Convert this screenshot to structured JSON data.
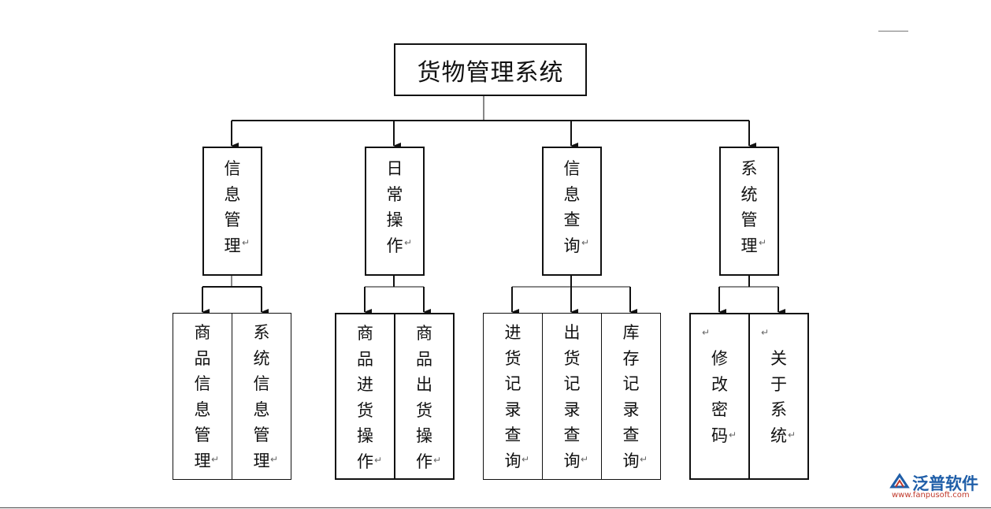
{
  "root": {
    "label": "货物管理系统"
  },
  "categories": [
    {
      "label": [
        "信",
        "息",
        "管",
        "理"
      ]
    },
    {
      "label": [
        "日",
        "常",
        "操",
        "作"
      ]
    },
    {
      "label": [
        "信",
        "息",
        "查",
        "询"
      ]
    },
    {
      "label": [
        "系",
        "统",
        "管",
        "理"
      ]
    }
  ],
  "leaves": [
    [
      "商",
      "品",
      "信",
      "息",
      "管",
      "理"
    ],
    [
      "系",
      "统",
      "信",
      "息",
      "管",
      "理"
    ],
    [
      "商",
      "品",
      "进",
      "货",
      "操",
      "作"
    ],
    [
      "商",
      "品",
      "出",
      "货",
      "操",
      "作"
    ],
    [
      "进",
      "货",
      "记",
      "录",
      "查",
      "询"
    ],
    [
      "出",
      "货",
      "记",
      "录",
      "查",
      "询"
    ],
    [
      "库",
      "存",
      "记",
      "录",
      "查",
      "询"
    ],
    [
      "修",
      "改",
      "密",
      "码"
    ],
    [
      "关",
      "于",
      "系",
      "统"
    ]
  ],
  "return_mark": "↵",
  "watermark": {
    "name": "泛普软件",
    "url": "www.fanpusoft.com"
  },
  "colors": {
    "line": "#111111",
    "mark": "#666666",
    "logo_blue": "#1f5ea8",
    "logo_red": "#c0392b"
  }
}
